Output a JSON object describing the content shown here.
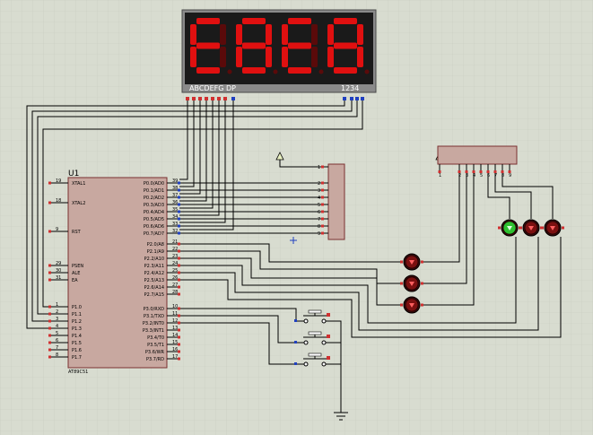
{
  "display": {
    "digits": [
      "E",
      "8",
      "E",
      "8"
    ],
    "segment_label": "ABCDEFG DP",
    "digit_label": "1234",
    "lit_color": "#e01010",
    "dim_color": "#5a0a0a"
  },
  "mcu": {
    "ref": "U1",
    "part": "AT89C51",
    "left_pins": [
      {
        "num": "19",
        "name": "XTAL1"
      },
      {
        "num": "18",
        "name": "XTAL2"
      },
      {
        "num": "9",
        "name": "RST"
      },
      {
        "num": "29",
        "name": "PSEN"
      },
      {
        "num": "30",
        "name": "ALE"
      },
      {
        "num": "31",
        "name": "EA"
      },
      {
        "num": "1",
        "name": "P1.0"
      },
      {
        "num": "2",
        "name": "P1.1"
      },
      {
        "num": "3",
        "name": "P1.2"
      },
      {
        "num": "4",
        "name": "P1.3"
      },
      {
        "num": "5",
        "name": "P1.4"
      },
      {
        "num": "6",
        "name": "P1.5"
      },
      {
        "num": "7",
        "name": "P1.6"
      },
      {
        "num": "8",
        "name": "P1.7"
      }
    ],
    "right_pins": [
      {
        "num": "39",
        "name": "P0.0/AD0"
      },
      {
        "num": "38",
        "name": "P0.1/AD1"
      },
      {
        "num": "37",
        "name": "P0.2/AD2"
      },
      {
        "num": "36",
        "name": "P0.3/AD3"
      },
      {
        "num": "35",
        "name": "P0.4/AD4"
      },
      {
        "num": "34",
        "name": "P0.5/AD5"
      },
      {
        "num": "33",
        "name": "P0.6/AD6"
      },
      {
        "num": "32",
        "name": "P0.7/AD7"
      },
      {
        "num": "21",
        "name": "P2.0/A8"
      },
      {
        "num": "22",
        "name": "P2.1/A9"
      },
      {
        "num": "23",
        "name": "P2.2/A10"
      },
      {
        "num": "24",
        "name": "P2.3/A11"
      },
      {
        "num": "25",
        "name": "P2.4/A12"
      },
      {
        "num": "26",
        "name": "P2.5/A13"
      },
      {
        "num": "27",
        "name": "P2.6/A14"
      },
      {
        "num": "28",
        "name": "P2.7/A15"
      },
      {
        "num": "10",
        "name": "P3.0/RXD"
      },
      {
        "num": "11",
        "name": "P3.1/TXD"
      },
      {
        "num": "12",
        "name": "P3.2/INT0"
      },
      {
        "num": "13",
        "name": "P3.3/INT1"
      },
      {
        "num": "14",
        "name": "P3.4/T0"
      },
      {
        "num": "15",
        "name": "P3.5/T1"
      },
      {
        "num": "16",
        "name": "P3.6/WR"
      },
      {
        "num": "17",
        "name": "P3.7/RD"
      }
    ]
  },
  "resistor_pack_left": {
    "pin_nums": [
      "1",
      "2",
      "3",
      "4",
      "5",
      "6",
      "7",
      "8",
      "9"
    ]
  },
  "resistor_pack_top": {
    "pin_nums": [
      "1",
      "2",
      "3",
      "4",
      "5",
      "6",
      "7",
      "8",
      "9"
    ]
  },
  "leds_red_column": [
    "red",
    "red",
    "red"
  ],
  "leds_row": [
    "green",
    "red",
    "red"
  ],
  "buttons": 3
}
